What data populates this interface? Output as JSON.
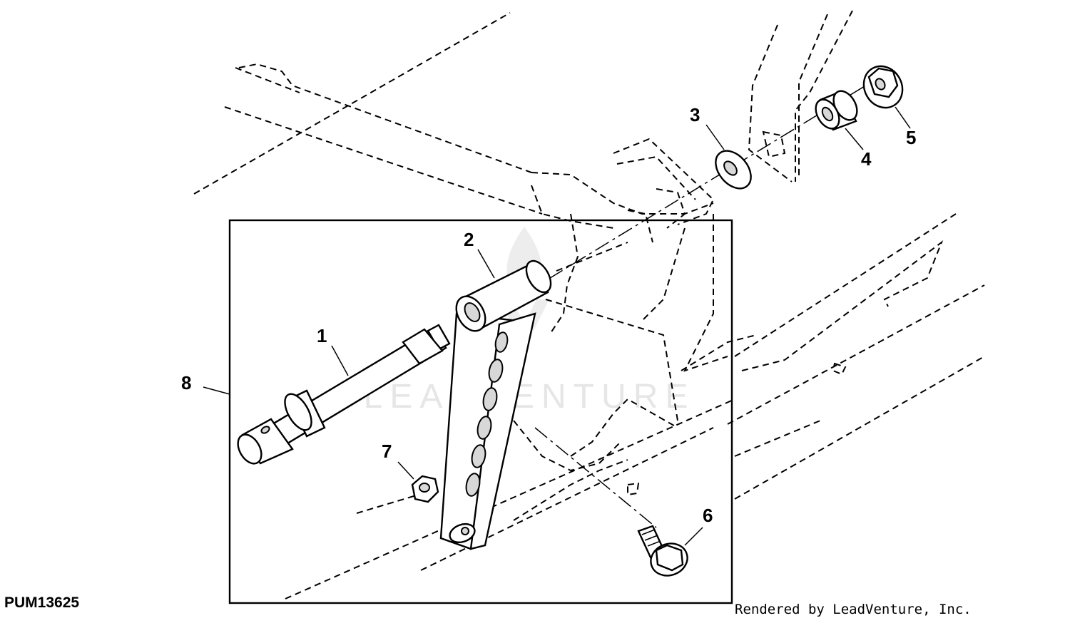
{
  "diagram": {
    "figure_id": "PUM13625",
    "credit": "Rendered by LeadVenture, Inc.",
    "watermark": "LEADVENTURE",
    "callouts": [
      "1",
      "2",
      "3",
      "4",
      "5",
      "6",
      "7",
      "8"
    ]
  }
}
